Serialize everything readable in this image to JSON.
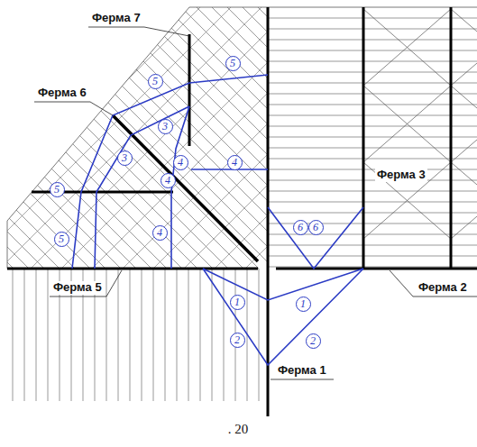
{
  "diagram": {
    "caption": ". 20",
    "nodes": [
      {
        "text": [
          "5"
        ]
      },
      {
        "text": [
          "5"
        ]
      },
      {
        "text": [
          "3"
        ]
      },
      {
        "text": [
          "3"
        ]
      },
      {
        "text": [
          "4"
        ]
      },
      {
        "text": [
          "4"
        ]
      },
      {
        "text": [
          "4"
        ]
      },
      {
        "text": [
          "5"
        ]
      },
      {
        "text": [
          "6"
        ]
      },
      {
        "text": [
          "6"
        ]
      },
      {
        "text": [
          "4"
        ]
      },
      {
        "text": [
          "5"
        ]
      },
      {
        "text": [
          "1"
        ]
      },
      {
        "text": [
          "1"
        ]
      },
      {
        "text": [
          "2"
        ]
      },
      {
        "text": [
          "2"
        ]
      }
    ],
    "labels": [
      "Ферма 7",
      "Ферма 6",
      "Ферма 3",
      "Ферма 5",
      "Ферма 2",
      "Ферма 1"
    ]
  }
}
